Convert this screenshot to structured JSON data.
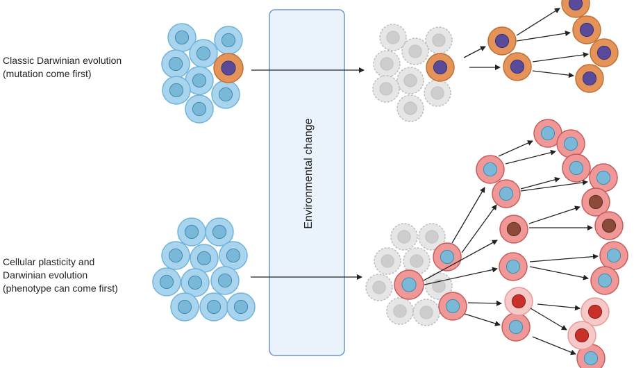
{
  "labels": {
    "classic_line1": "Classic Darwinian evolution",
    "classic_line2": "(mutation come first)",
    "plasticity_line1": "Cellular plasticity and",
    "plasticity_line2": "Darwinian evolution",
    "plasticity_line3": "(phenotype can come first)",
    "environment": "Environmental  change"
  },
  "colors": {
    "blue_cell": "#a8d4ee",
    "blue_cell_stroke": "#6fb3dd",
    "blue_nucleus": "#7ab8d8",
    "blue_nucleus_stroke": "#3f8ab5",
    "orange_cell": "#e49458",
    "purple_nucleus": "#5a4b9a",
    "grey_cell": "#e6e6e6",
    "grey_nucleus": "#cdcdcd",
    "red_cell": "#f09898",
    "red_cell_stroke": "#c85a5a",
    "brown_nucleus": "#8c4a3a",
    "light_red_cell": "#f6c8c8",
    "red_nucleus": "#c8302a",
    "env_box_fill": "#eaf2fb",
    "env_box_stroke": "#6f96c6",
    "arrow": "#222222"
  }
}
